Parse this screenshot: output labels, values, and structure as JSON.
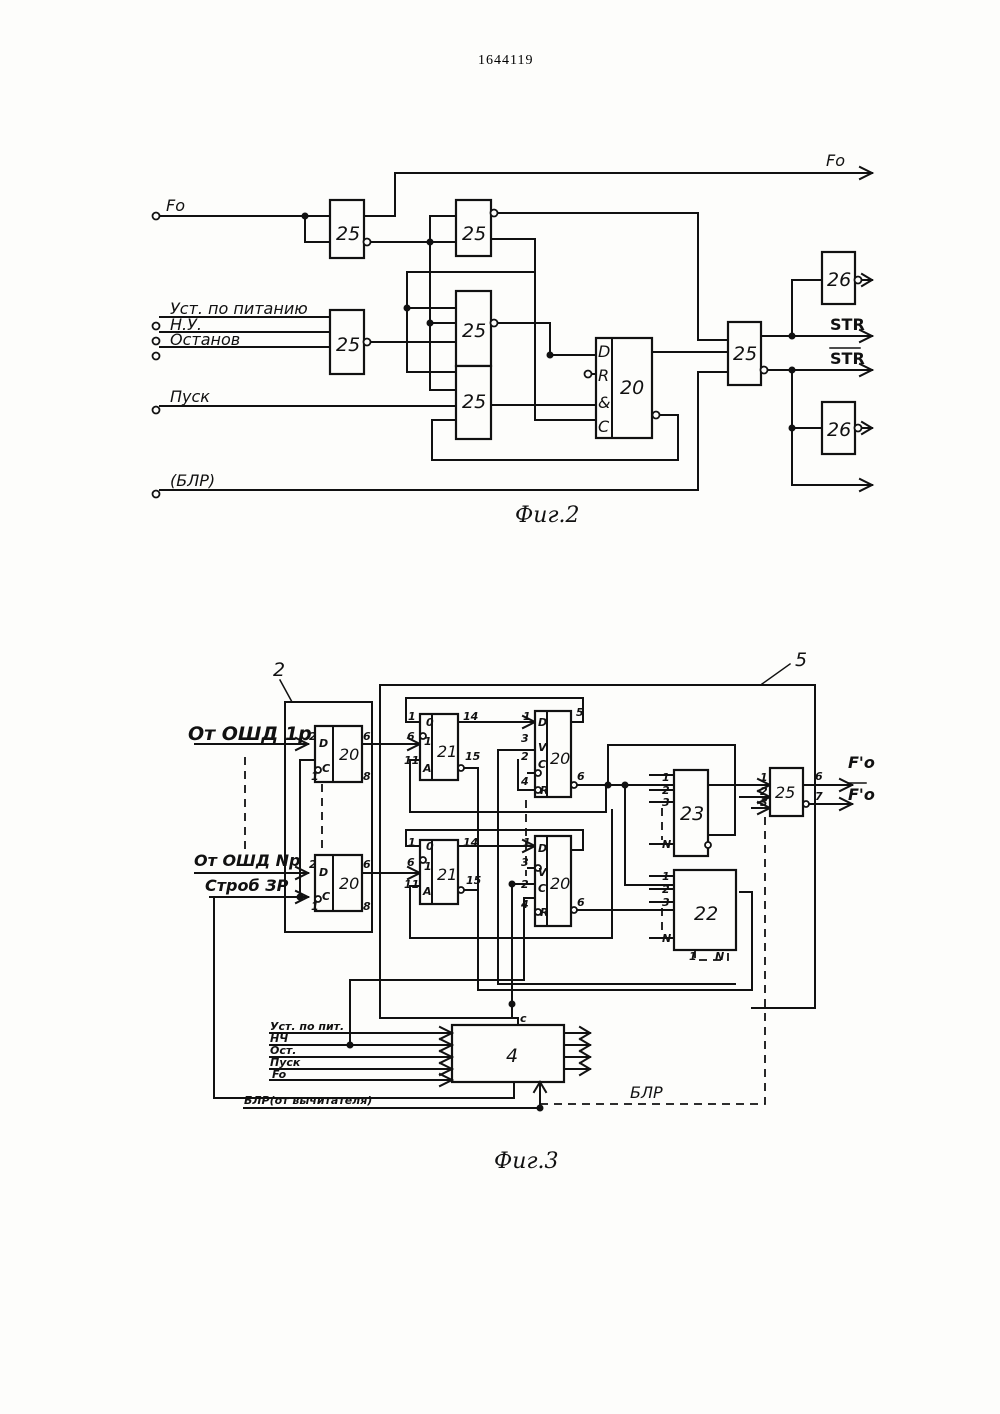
{
  "patent_number": "1644119",
  "fig2": {
    "caption": "Фиг.2",
    "inputs": {
      "f0": "Fo",
      "power_set": "Уст. по питанию",
      "nu": "Н.У.",
      "stop": "Останов",
      "start": "Пуск",
      "blr": "(БЛР)"
    },
    "outputs": {
      "f0_out": "Fo",
      "str": "STR",
      "str_bar": "STR"
    },
    "blocks": {
      "and": "25",
      "trigger": "20",
      "driver": "26"
    },
    "trigger_pins": {
      "d": "D",
      "r": "R",
      "amp": "&",
      "c": "C"
    }
  },
  "fig3": {
    "caption": "Фиг.3",
    "group_labels": {
      "g2": "2",
      "g5": "5"
    },
    "inputs": {
      "osd1": "От ОШД 1р",
      "osdn": "От ОШД Nр",
      "strobe": "Строб ЗР",
      "power": "Уст. по пит.",
      "nch": "НЧ",
      "ost": "Ост.",
      "start": "Пуск",
      "f0": "Fo",
      "blr_sub": "БЛР(от вычитателя)",
      "blr": "БЛР"
    },
    "outputs": {
      "f0p": "F'o",
      "f0p_bar": "F'o"
    },
    "blocks": {
      "trig": "20",
      "cnt": "21",
      "b22": "22",
      "b23": "23",
      "b25": "25",
      "b4": "4"
    },
    "pins": {
      "d": "D",
      "c": "C",
      "v": "V",
      "r": "R",
      "a": "A",
      "zero": "0",
      "p1": "1",
      "p2": "2",
      "p3": "3",
      "p4": "4",
      "p5": "5",
      "p6": "6",
      "p7": "7",
      "p8": "8",
      "p11": "11",
      "p14": "14",
      "p15": "15",
      "pn": "N",
      "pc": "c"
    }
  }
}
